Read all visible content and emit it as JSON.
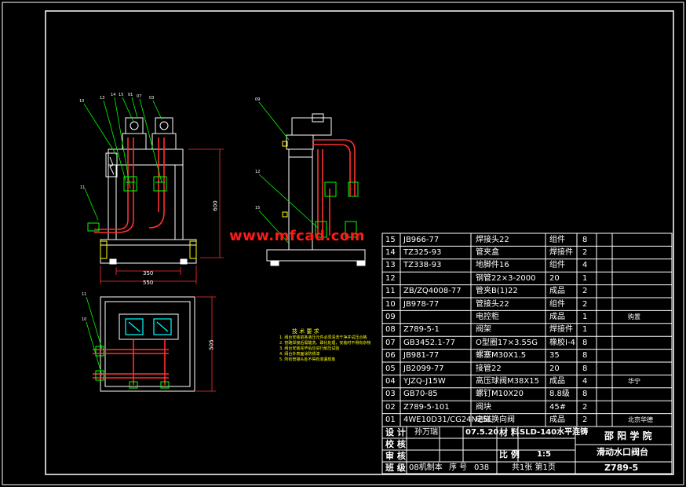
{
  "watermark": "www.mfcad.com",
  "dimensions": {
    "width_350": "350",
    "width_550": "550",
    "height_600": "600",
    "height_505": "505"
  },
  "bom": [
    {
      "no": "15",
      "code": "JB966-77",
      "name": "焊接头22",
      "mat": "组件",
      "qty": "8",
      "note": ""
    },
    {
      "no": "14",
      "code": "TZ325-93",
      "name": "管夹盒",
      "mat": "焊接件",
      "qty": "2",
      "note": ""
    },
    {
      "no": "13",
      "code": "TZ338-93",
      "name": "地脚件16",
      "mat": "组件",
      "qty": "4",
      "note": ""
    },
    {
      "no": "12",
      "code": "",
      "name": "钢管22×3-2000",
      "mat": "20",
      "qty": "1",
      "note": ""
    },
    {
      "no": "11",
      "code": "ZB/ZQ4008-77",
      "name": "管夹B(1)22",
      "mat": "成品",
      "qty": "2",
      "note": ""
    },
    {
      "no": "10",
      "code": "JB978-77",
      "name": "管接头22",
      "mat": "组件",
      "qty": "2",
      "note": ""
    },
    {
      "no": "09",
      "code": "",
      "name": "电控柜",
      "mat": "成品",
      "qty": "1",
      "note": "购置"
    },
    {
      "no": "08",
      "code": "Z789-5-1",
      "name": "阀架",
      "mat": "焊接件",
      "qty": "1",
      "note": ""
    },
    {
      "no": "07",
      "code": "GB3452.1-77",
      "name": "O型圈17×3.55G",
      "mat": "橡胶I-4",
      "qty": "8",
      "note": ""
    },
    {
      "no": "06",
      "code": "JB981-77",
      "name": "螺塞M30X1.5",
      "mat": "35",
      "qty": "8",
      "note": ""
    },
    {
      "no": "05",
      "code": "JB2099-77",
      "name": "接管22",
      "mat": "20",
      "qty": "8",
      "note": ""
    },
    {
      "no": "04",
      "code": "YJZQ-J15W",
      "name": "高压球阀M38X15",
      "mat": "成品",
      "qty": "4",
      "note": "华宁"
    },
    {
      "no": "03",
      "code": "GB70-85",
      "name": "螺钉M10X20",
      "mat": "8.8级",
      "qty": "8",
      "note": ""
    },
    {
      "no": "02",
      "code": "Z789-5-101",
      "name": "阀块",
      "mat": "45#",
      "qty": "2",
      "note": ""
    },
    {
      "no": "01",
      "code": "4WE10D31/CG24NZ5L",
      "name": "电磁换向阀",
      "mat": "成品",
      "qty": "2",
      "note": "北京华德"
    }
  ],
  "title_block": {
    "design_label": "设 计",
    "designer": "孙万瑞",
    "date": "07.5.20",
    "check_label": "校 核",
    "review_label": "审 核",
    "class_label": "班 级",
    "class_value": "08机制本",
    "seq_label": "序 号",
    "seq_value": "038",
    "material_label": "材 料",
    "project": "SLD-140水平连铸",
    "scale_label": "比 例",
    "scale_value": "1:5",
    "sheets": "共1张 第1页",
    "school": "邵 阳 学 院",
    "part_name": "滑动水口阀台",
    "drawing_no": "Z789-5"
  },
  "notes": {
    "title": "技 术 要 求",
    "lines": [
      "1. 阀台安装前各液压元件必须清洗干净并试压合格",
      "2. 管路焊接后需酸洗、磷化处理，安装时不得有杂物",
      "3. 阀台安装完毕后应进行耐压试验",
      "4. 阀台外表面涂防锈漆",
      "5. 所有管接头处不得有渗漏现象"
    ]
  },
  "colors": {
    "background": "#000000",
    "frame": "#ffffff",
    "red_part": "#ff2020",
    "yellow": "#ffff00",
    "cyan": "#00ffff",
    "green": "#00ff00"
  }
}
